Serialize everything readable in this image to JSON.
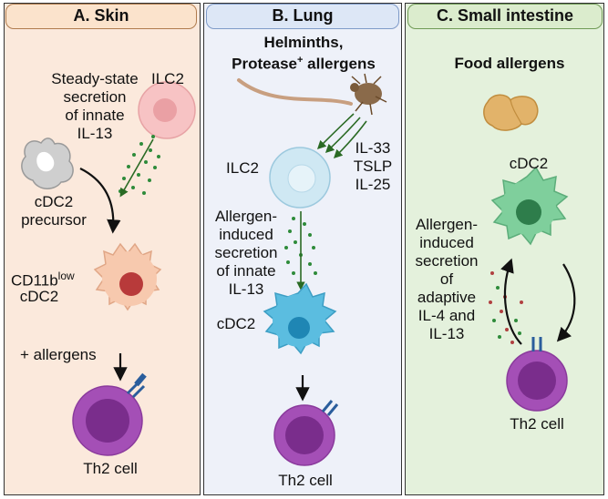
{
  "panels": {
    "skin": {
      "title": "A. Skin",
      "ilc2": "ILC2",
      "steady_state": [
        "Steady-state",
        "secretion",
        "of innate",
        "IL-13"
      ],
      "precursor": [
        "cDC2",
        "precursor"
      ],
      "cd11b": "CD11b",
      "cd11b_sup": "low",
      "cdc2": "cDC2",
      "allergens": "+ allergens",
      "th2": "Th2 cell"
    },
    "lung": {
      "title": "B. Lung",
      "helminths": "Helminths,",
      "protease": "Protease",
      "protease_sup": "+",
      "allergens_word": " allergens",
      "cytokines": [
        "IL-33",
        "TSLP",
        "IL-25"
      ],
      "ilc2": "ILC2",
      "induced": [
        "Allergen-",
        "induced",
        "secretion",
        "of innate",
        "IL-13"
      ],
      "cdc2": "cDC2",
      "th2": "Th2 cell"
    },
    "intestine": {
      "title": "C. Small intestine",
      "food": "Food allergens",
      "cdc2": "cDC2",
      "induced": [
        "Allergen-",
        "induced",
        "secretion",
        "of",
        "adaptive",
        "IL-4 and",
        "IL-13"
      ],
      "th2": "Th2 cell"
    }
  },
  "colors": {
    "skin_bg": "#fbe9dc",
    "lung_bg": "#eef1f9",
    "intestine_bg": "#e4f1dc",
    "ilc2_skin": "#f7c3c4",
    "cdc2_skin": "#f7c9ae",
    "cdc2_skin_nucleus": "#b83a3a",
    "ilc2_lung": "#cfe8f3",
    "cdc2_lung": "#5bbde0",
    "cdc2_lung_nucleus": "#1f86b4",
    "cdc2_intestine": "#7fcf9c",
    "cdc2_intestine_nucleus": "#2e7d4b",
    "th2_cell": "#a44fb6",
    "th2_nucleus": "#7a2d8c",
    "il13_dots": "#2e8b3a",
    "il4_dots": "#b04040"
  }
}
